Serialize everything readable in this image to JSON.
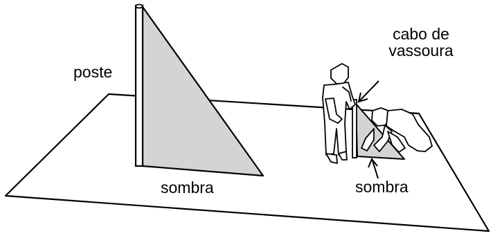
{
  "labels": {
    "pole": "poste",
    "broom_line1": "cabo de",
    "broom_line2": "vassoura",
    "shadow_pole": "sombra",
    "shadow_broom": "sombra"
  },
  "colors": {
    "shadow_fill": "#d3d4d6",
    "line": "#000000",
    "background": "#ffffff"
  }
}
